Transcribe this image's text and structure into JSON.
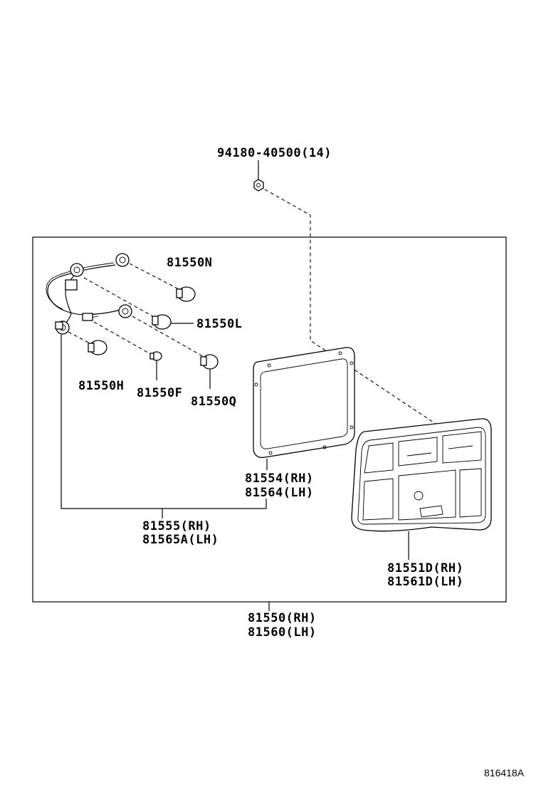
{
  "labels": {
    "bolt": "94180-40500(14)",
    "bulb_n": "81550N",
    "bulb_l": "81550L",
    "bulb_h": "81550H",
    "bulb_f": "81550F",
    "bulb_q": "81550Q",
    "gasket_rh": "81554(RH)",
    "gasket_lh": "81564(LH)",
    "socket_rh": "81555(RH)",
    "socket_lh": "81565A(LH)",
    "lens_rh": "81551D(RH)",
    "lens_lh": "81561D(LH)",
    "assy_rh": "81550(RH)",
    "assy_lh": "81560(LH)"
  },
  "figure_id": "816418A"
}
